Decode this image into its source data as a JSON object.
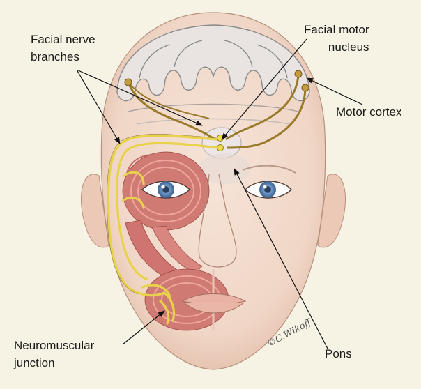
{
  "labels": {
    "facial_nerve_branches": [
      "Facial nerve",
      "branches"
    ],
    "facial_motor_nucleus": [
      "Facial motor",
      "nucleus"
    ],
    "motor_cortex": "Motor cortex",
    "pons": "Pons",
    "neuromuscular_junction": [
      "Neuromuscular",
      "junction"
    ]
  },
  "signature": "©C.Wikoff",
  "colors": {
    "background": "#f6f2e4",
    "skin": "#f3ddd0",
    "skin_shadow": "#e8c6b6",
    "brain_outline": "#8a8a8a",
    "brain_fill": "#e9e4e1",
    "nerve_yellow": "#e8d24a",
    "motor_pathway": "#9a7a2a",
    "muscle": "#cf6e6a",
    "muscle_light": "#e9a19a",
    "iris": "#5d87b8",
    "label_text": "#1a1a1a",
    "pointer": "#111111"
  }
}
